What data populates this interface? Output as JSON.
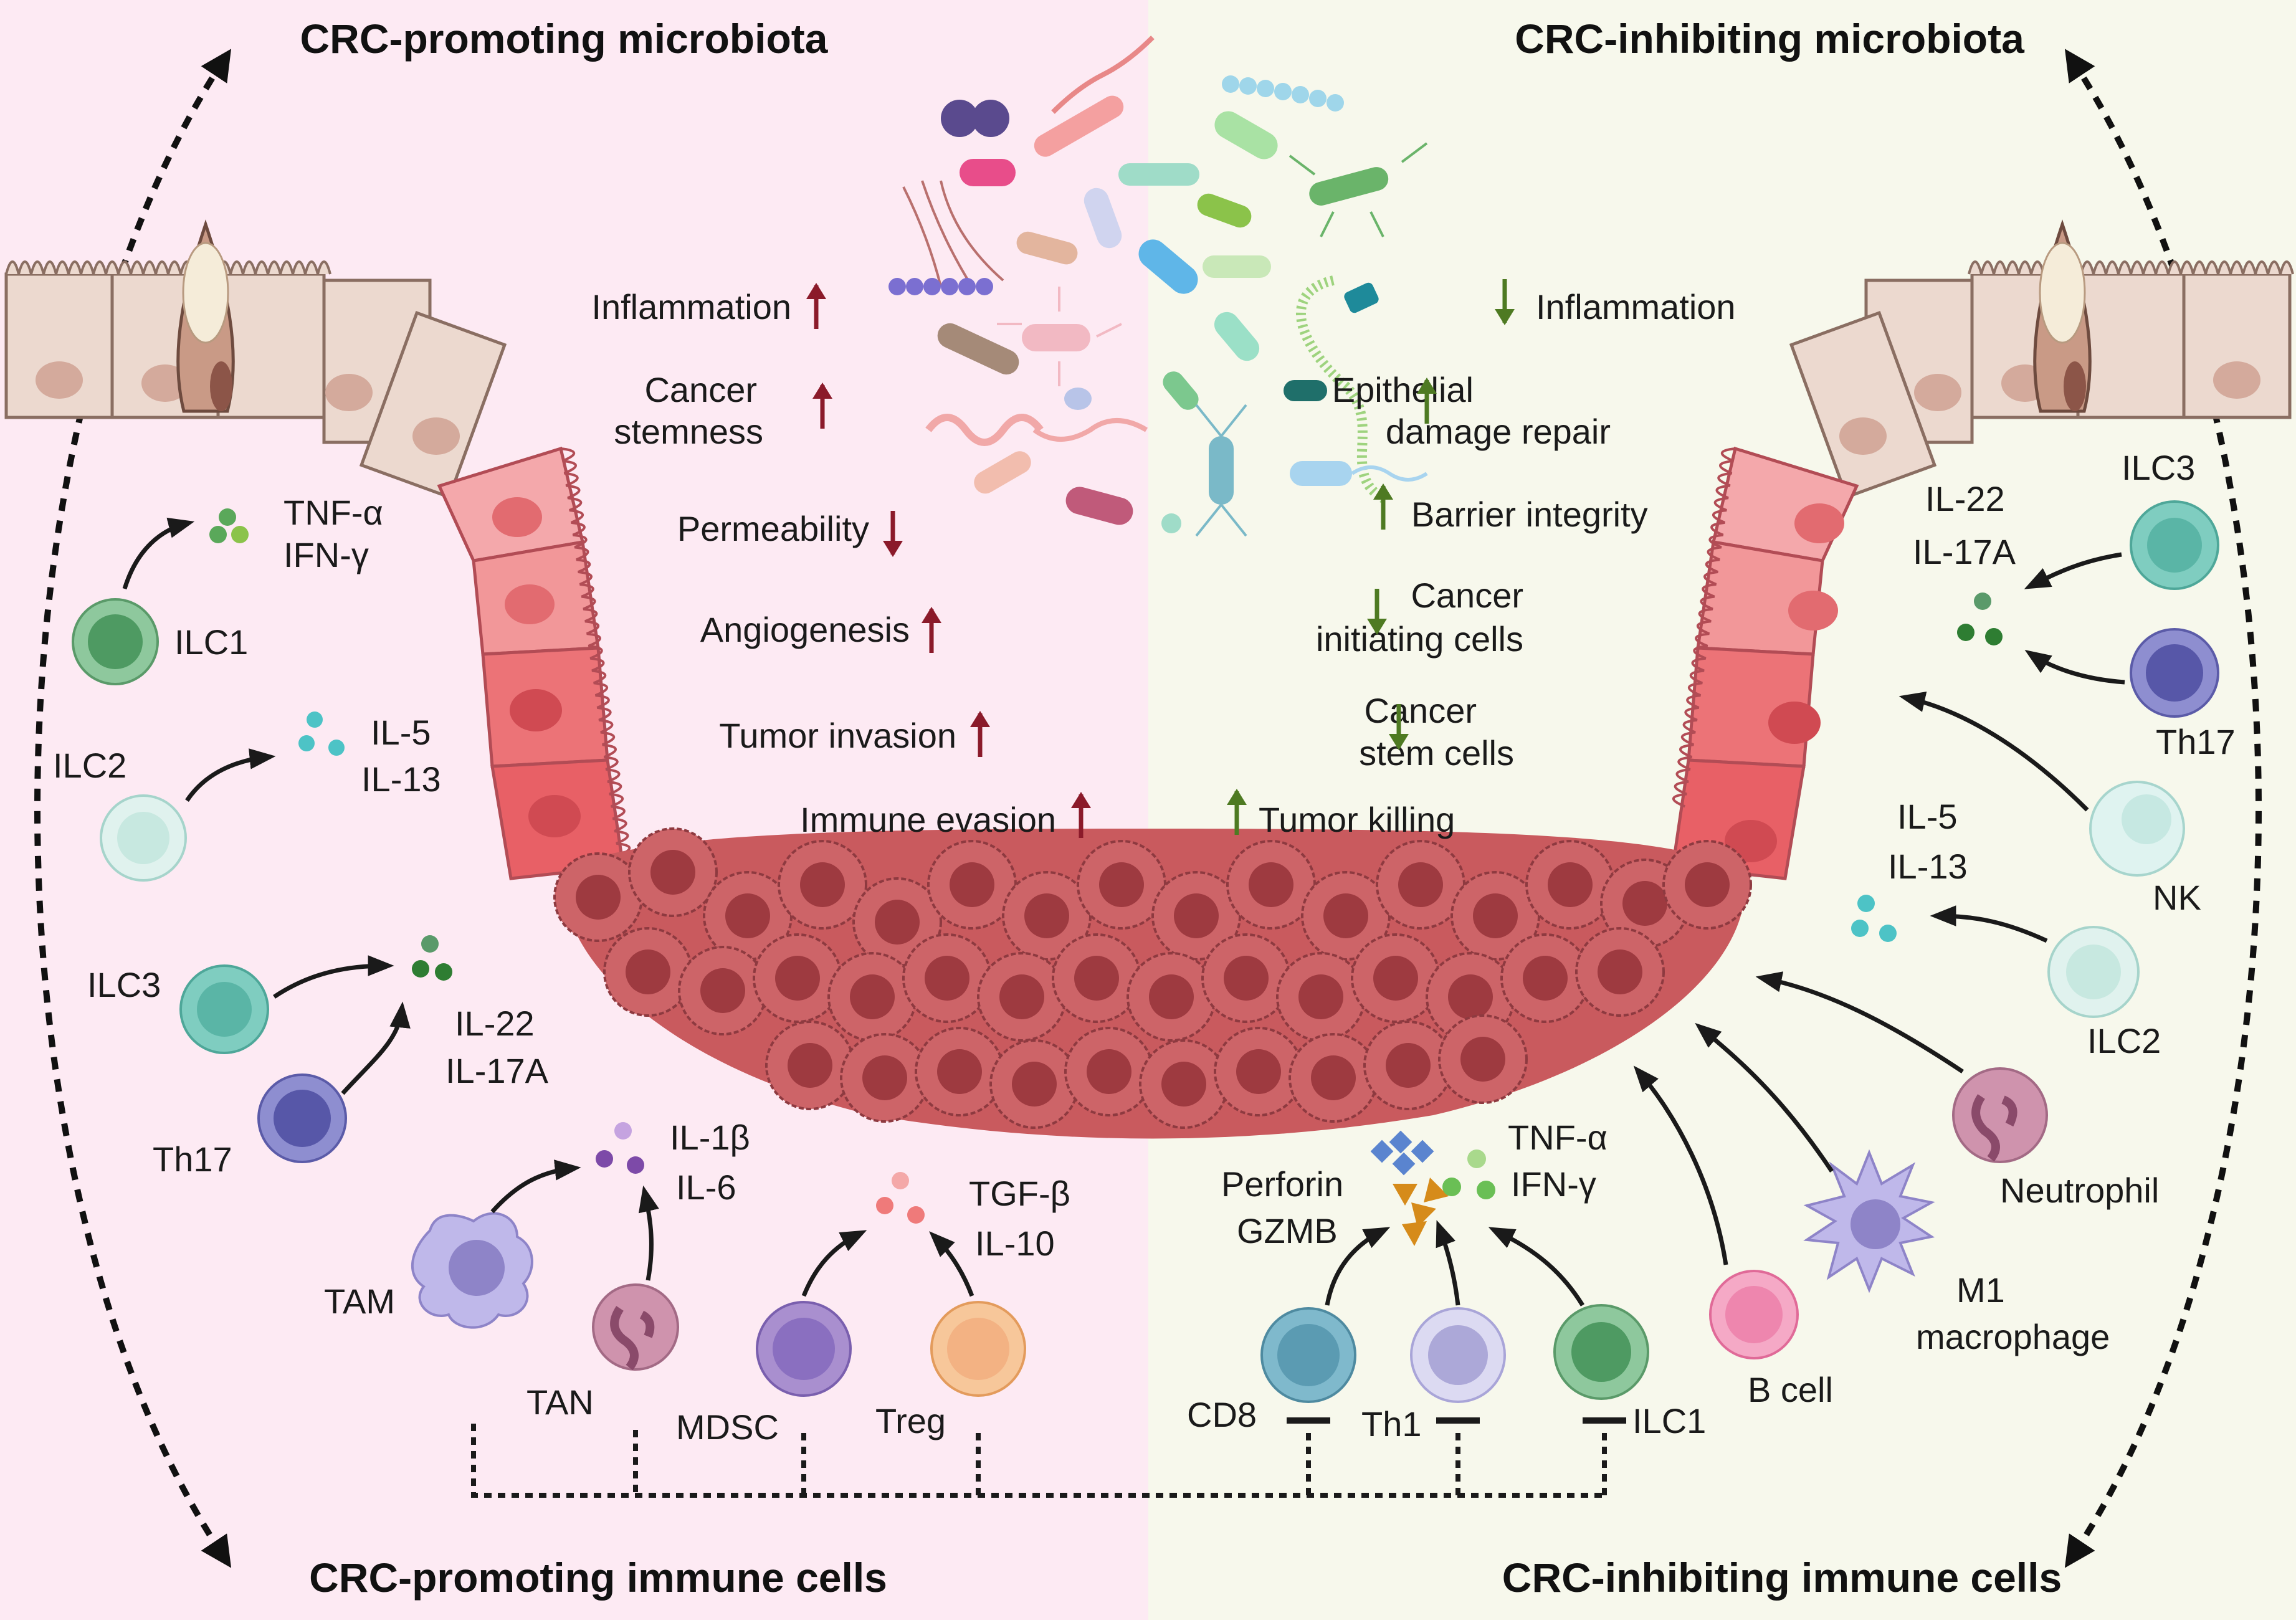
{
  "colors": {
    "left_bg": "#fdeaf3",
    "right_bg": "#f7f8ec",
    "up_left": "#8b1a2a",
    "arrow_right": "#4e7a22",
    "tumor": "#c95a5e",
    "tumor_nucleus": "#9e3a40"
  },
  "headers": {
    "promoting_microbiota": "CRC-promoting microbiota",
    "inhibiting_microbiota": "CRC-inhibiting microbiota",
    "promoting_immune": "CRC-promoting immune cells",
    "inhibiting_immune": "CRC-inhibiting immune cells"
  },
  "effects_left": [
    {
      "label": "Inflammation",
      "direction": "up"
    },
    {
      "label": "Cancer",
      "label2": "stemness",
      "direction": "up"
    },
    {
      "label": "Permeability",
      "direction": "down"
    },
    {
      "label": "Angiogenesis",
      "direction": "up"
    },
    {
      "label": "Tumor invasion",
      "direction": "up"
    },
    {
      "label": "Immune evasion",
      "direction": "up"
    }
  ],
  "effects_right": [
    {
      "label": "Inflammation",
      "direction": "down"
    },
    {
      "label": "Epithelial",
      "label2": "damage repair",
      "direction": "up"
    },
    {
      "label": "Barrier integrity",
      "direction": "up"
    },
    {
      "label": "Cancer",
      "label2": "initiating cells",
      "direction": "down"
    },
    {
      "label": "Cancer",
      "label2": "stem cells",
      "direction": "down"
    },
    {
      "label": "Tumor killing",
      "direction": "up"
    }
  ],
  "left_cells": {
    "ilc1": "ILC1",
    "ilc1_cyt_a": "TNF-α",
    "ilc1_cyt_b": "IFN-γ",
    "ilc2": "ILC2",
    "ilc2_cyt_a": "IL-5",
    "ilc2_cyt_b": "IL-13",
    "ilc3": "ILC3",
    "th17": "Th17",
    "ilc3_cyt_a": "IL-22",
    "ilc3_cyt_b": "IL-17A",
    "tam": "TAM",
    "tan": "TAN",
    "tam_cyt_a": "IL-1β",
    "tam_cyt_b": "IL-6",
    "mdsc": "MDSC",
    "treg": "Treg",
    "treg_cyt_a": "TGF-β",
    "treg_cyt_b": "IL-10"
  },
  "right_cells": {
    "ilc3": "ILC3",
    "th17": "Th17",
    "ilc3_cyt_a": "IL-22",
    "ilc3_cyt_b": "IL-17A",
    "nk": "NK",
    "ilc2": "ILC2",
    "ilc2_cyt_a": "IL-5",
    "ilc2_cyt_b": "IL-13",
    "neutrophil": "Neutrophil",
    "m1_a": "M1",
    "m1_b": "macrophage",
    "bcell": "B cell",
    "cd8": "CD8",
    "th1": "Th1",
    "ilc1": "ILC1",
    "perforin": "Perforin",
    "gzmb": "GZMB",
    "tnf": "TNF-α",
    "ifn": "IFN-γ"
  }
}
